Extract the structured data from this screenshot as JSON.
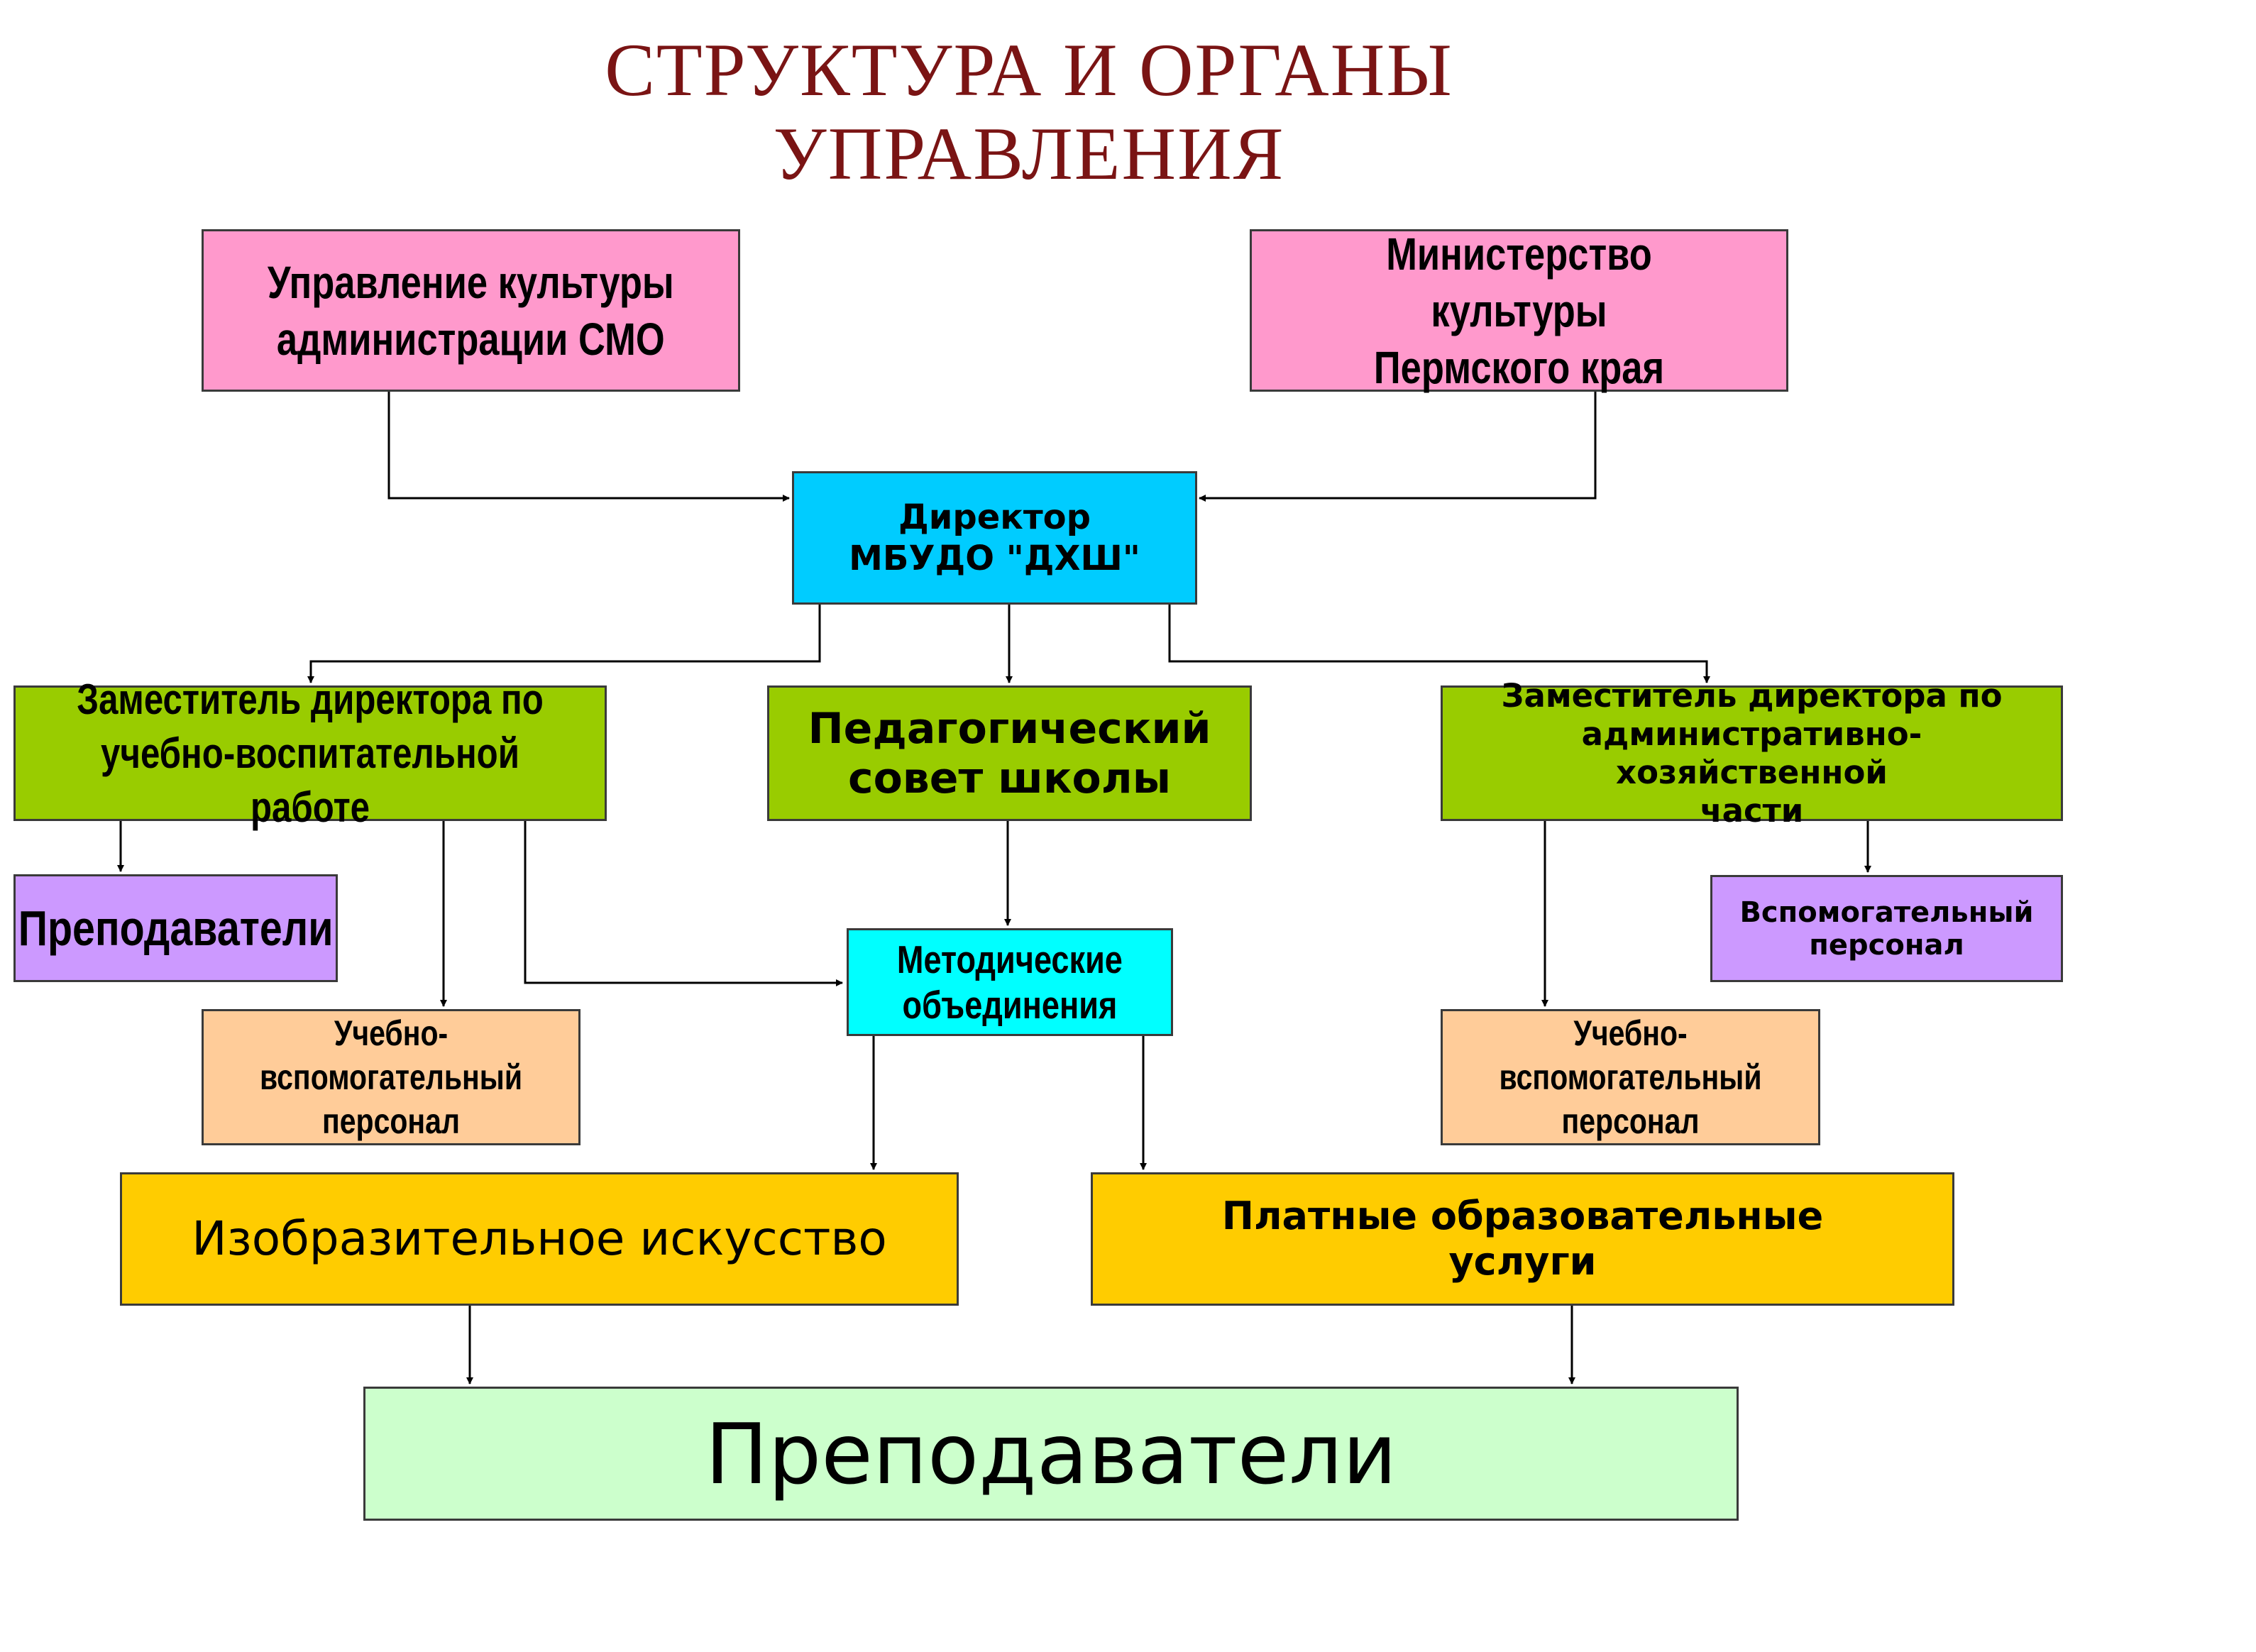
{
  "title": {
    "line1": "СТРУКТУРА И ОРГАНЫ",
    "line2": "УПРАВЛЕНИЯ"
  },
  "nodes": {
    "culture_dept": {
      "line1": "Управление культуры",
      "line2": "администрации СМО"
    },
    "ministry": {
      "line1": "Министерство культуры",
      "line2": "Пермского края"
    },
    "director": {
      "line1": "Директор",
      "line2": "МБУДО \"ДХШ\""
    },
    "deputy_education": {
      "line1": "Заместитель директора по",
      "line2": "учебно-воспитательной работе"
    },
    "pedagogical_council": {
      "line1": "Педагогический",
      "line2": "совет школы"
    },
    "deputy_admin": {
      "line1": "Заместитель директора по",
      "line2": "административно-хозяйственной",
      "line3": "части"
    },
    "teachers_small": {
      "line1": "Преподаватели"
    },
    "support_staff": {
      "line1": "Вспомогательный",
      "line2": "персонал"
    },
    "methodical": {
      "line1": "Методические",
      "line2": "объединения"
    },
    "edu_support_left": {
      "line1": "Учебно-вспомогательный",
      "line2": "персонал"
    },
    "edu_support_right": {
      "line1": "Учебно-вспомогательный",
      "line2": "персонал"
    },
    "fine_arts": {
      "line1": "Изобразительное искусство"
    },
    "paid_services": {
      "line1": "Платные образовательные",
      "line2": "услуги"
    },
    "teachers_main": {
      "line1": "Преподаватели"
    }
  },
  "colors": {
    "title": "#7a1414",
    "pink": "#ff99cc",
    "cyan": "#00ccff",
    "green": "#99cc00",
    "lilac": "#cc99ff",
    "peach": "#ffcc99",
    "aqua": "#00ffff",
    "gold": "#ffcc00",
    "mint": "#ccffcc",
    "connector": "#000000"
  }
}
